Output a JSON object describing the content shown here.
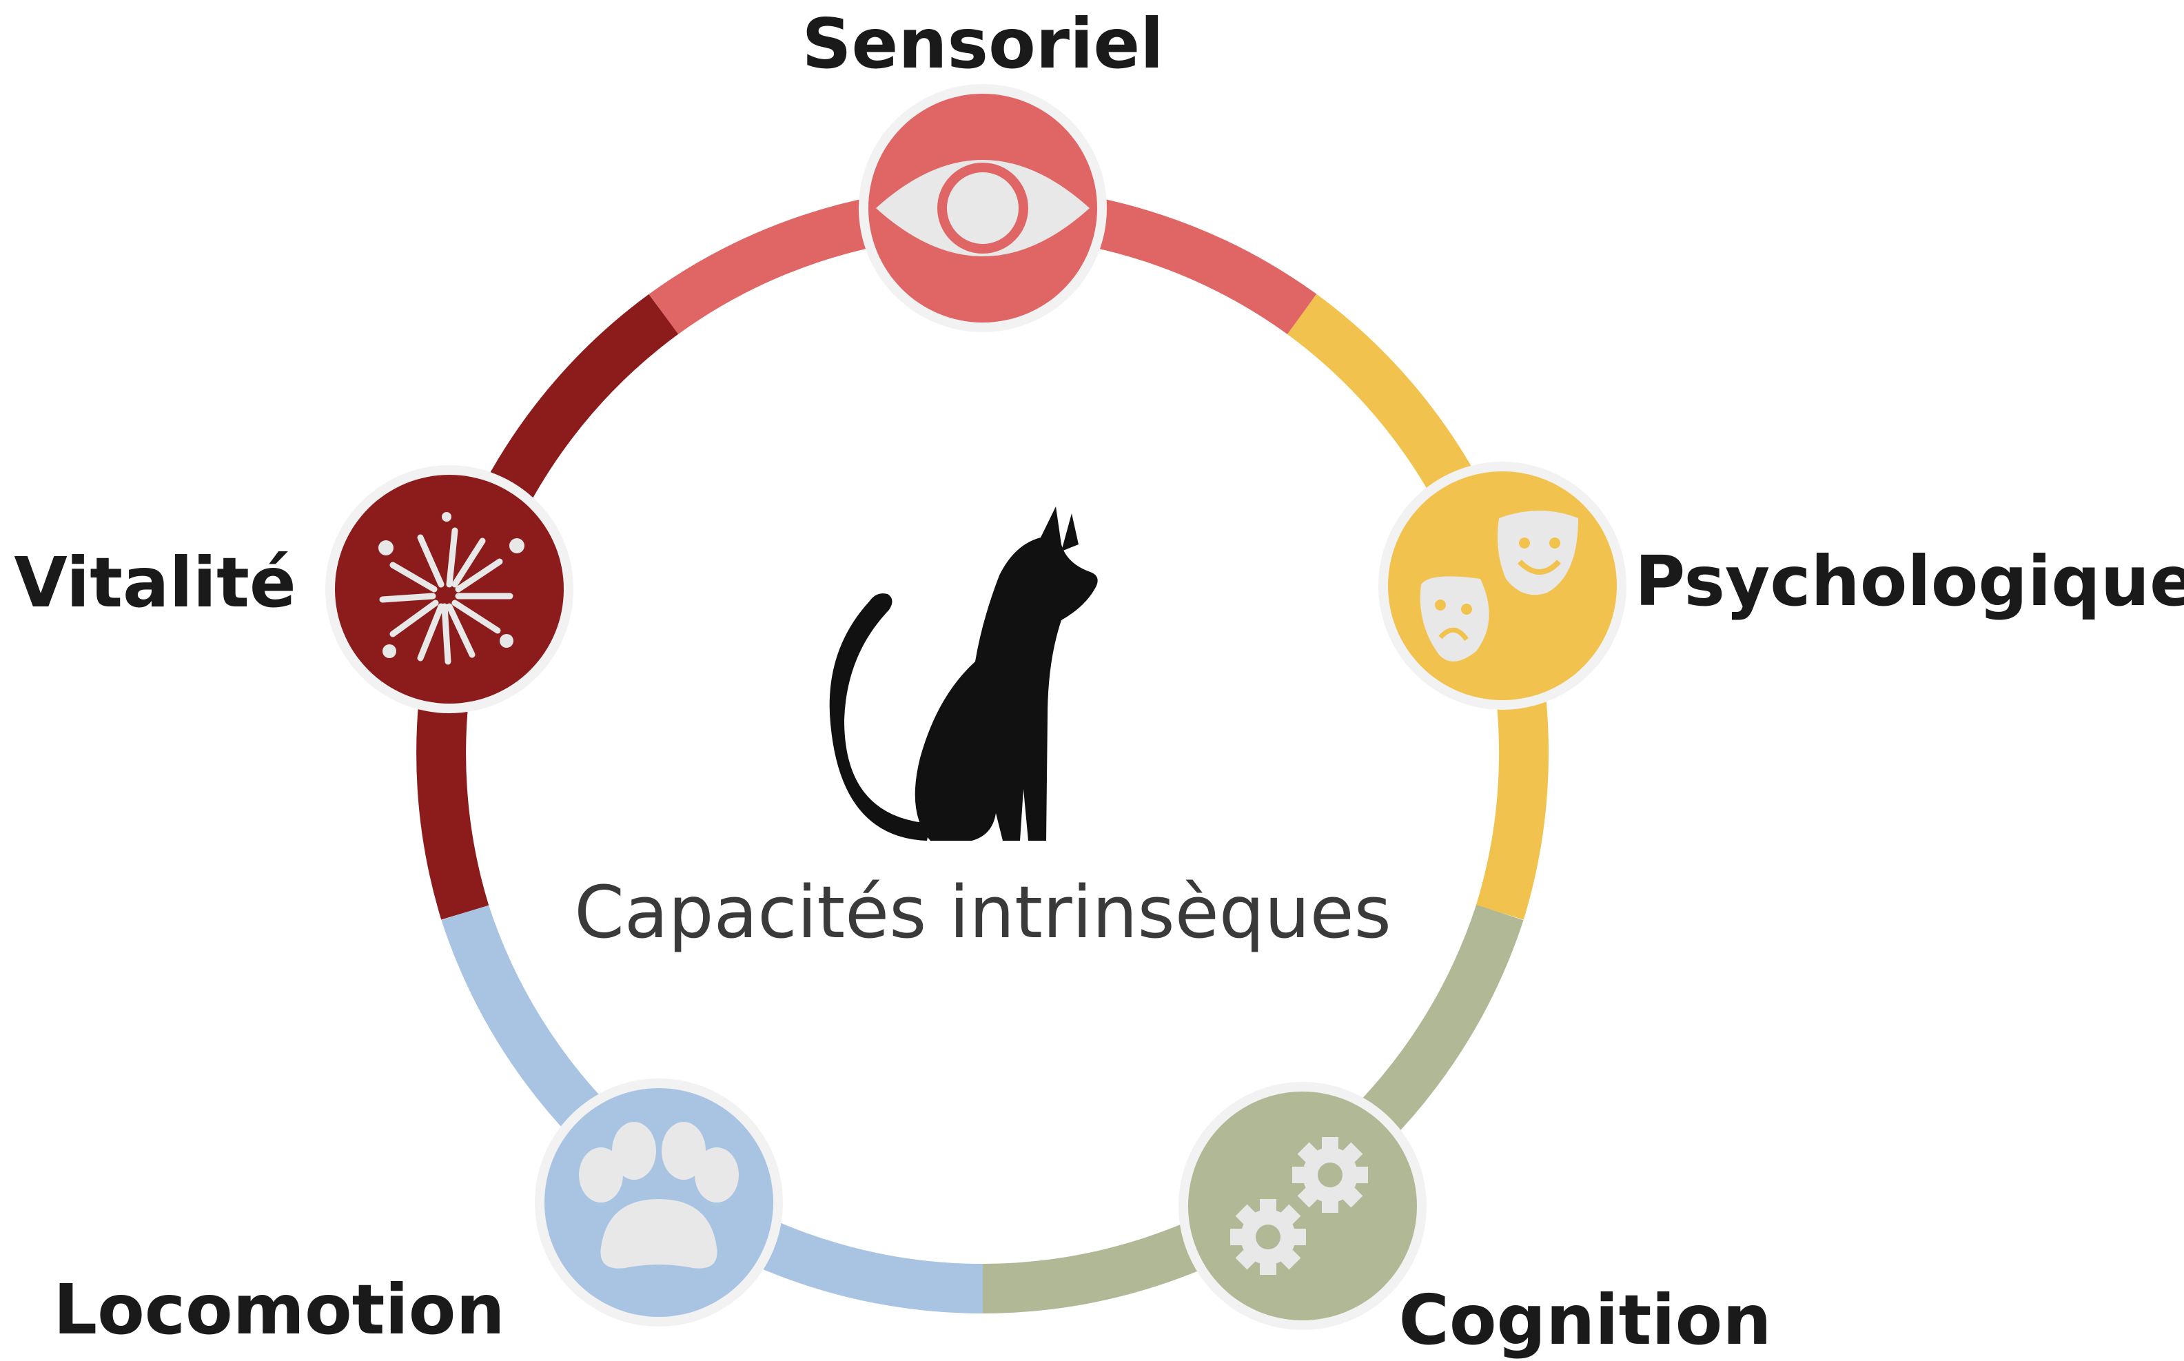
{
  "diagram": {
    "center": {
      "title": "Capacités intrinsèques",
      "icon": "cat-icon"
    },
    "nodes": [
      {
        "id": "sensoriel",
        "label": "Sensoriel",
        "icon": "eye-icon",
        "color": "#E06666"
      },
      {
        "id": "psychologique",
        "label": "Psychologique",
        "icon": "theater-masks-icon",
        "color": "#F1C24E"
      },
      {
        "id": "cognition",
        "label": "Cognition",
        "icon": "gears-icon",
        "color": "#B1B896"
      },
      {
        "id": "locomotion",
        "label": "Locomotion",
        "icon": "paw-icon",
        "color": "#A9C4E3"
      },
      {
        "id": "vitalite",
        "label": "Vitalité",
        "icon": "fireworks-icon",
        "color": "#8C1C1C"
      }
    ],
    "icon_fill": "#E8E8E8",
    "ring_border_color": "#F2F2F2"
  }
}
